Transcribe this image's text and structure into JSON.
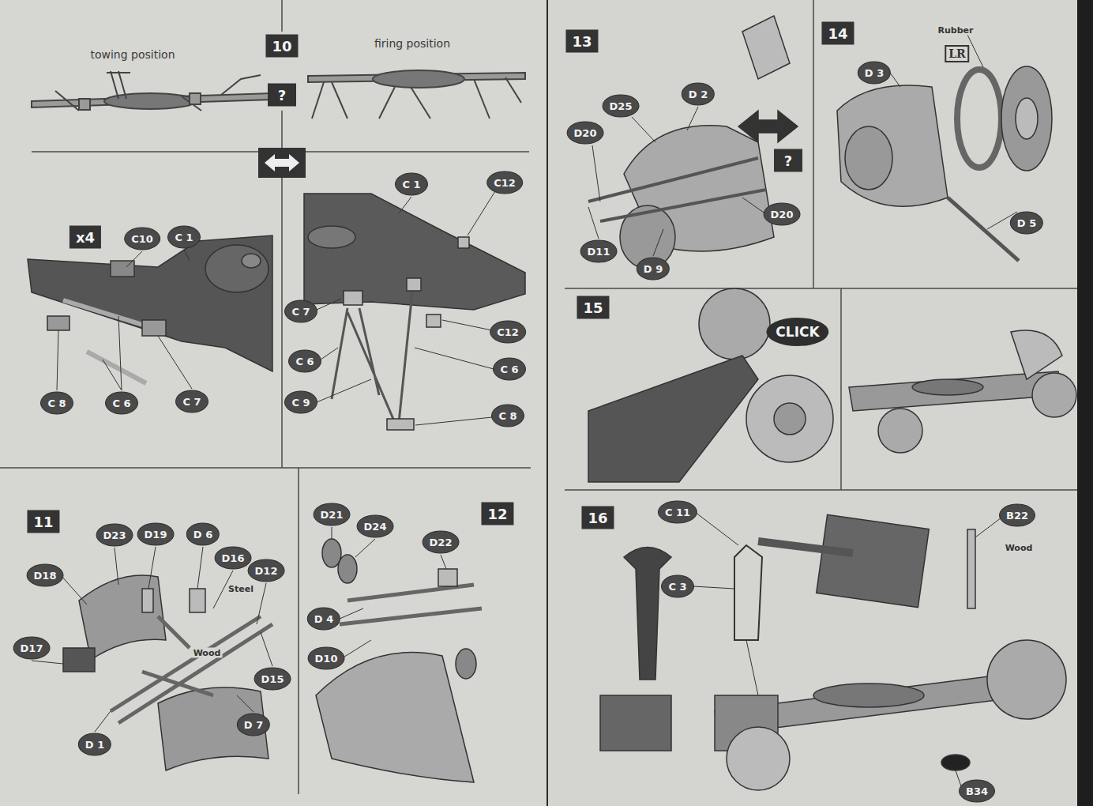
{
  "diagram": {
    "labels": [
      "towing position",
      "10",
      "firing position",
      "?",
      "x4",
      "C10",
      "C 1",
      "C 8",
      "C 6",
      "C 7",
      "C 1",
      "C12",
      "C 7",
      "C12",
      "C 6",
      "C 6",
      "C 9",
      "C 8",
      "11",
      "D23",
      "D19",
      "D 6",
      "D16",
      "D12",
      "Steel",
      "D18",
      "Wood",
      "D17",
      "D15",
      "D 1",
      "D 7",
      "12",
      "D21",
      "D24",
      "D22",
      "D 4",
      "D10",
      "13",
      "D25",
      "D 2",
      "D20",
      "?",
      "D20",
      "D11",
      "D 9",
      "14",
      "Rubber",
      "LR",
      "D 3",
      "D 5",
      "15",
      "CLICK",
      "16",
      "C 11",
      "B22",
      "Wood",
      "C 3",
      "B34"
    ]
  }
}
